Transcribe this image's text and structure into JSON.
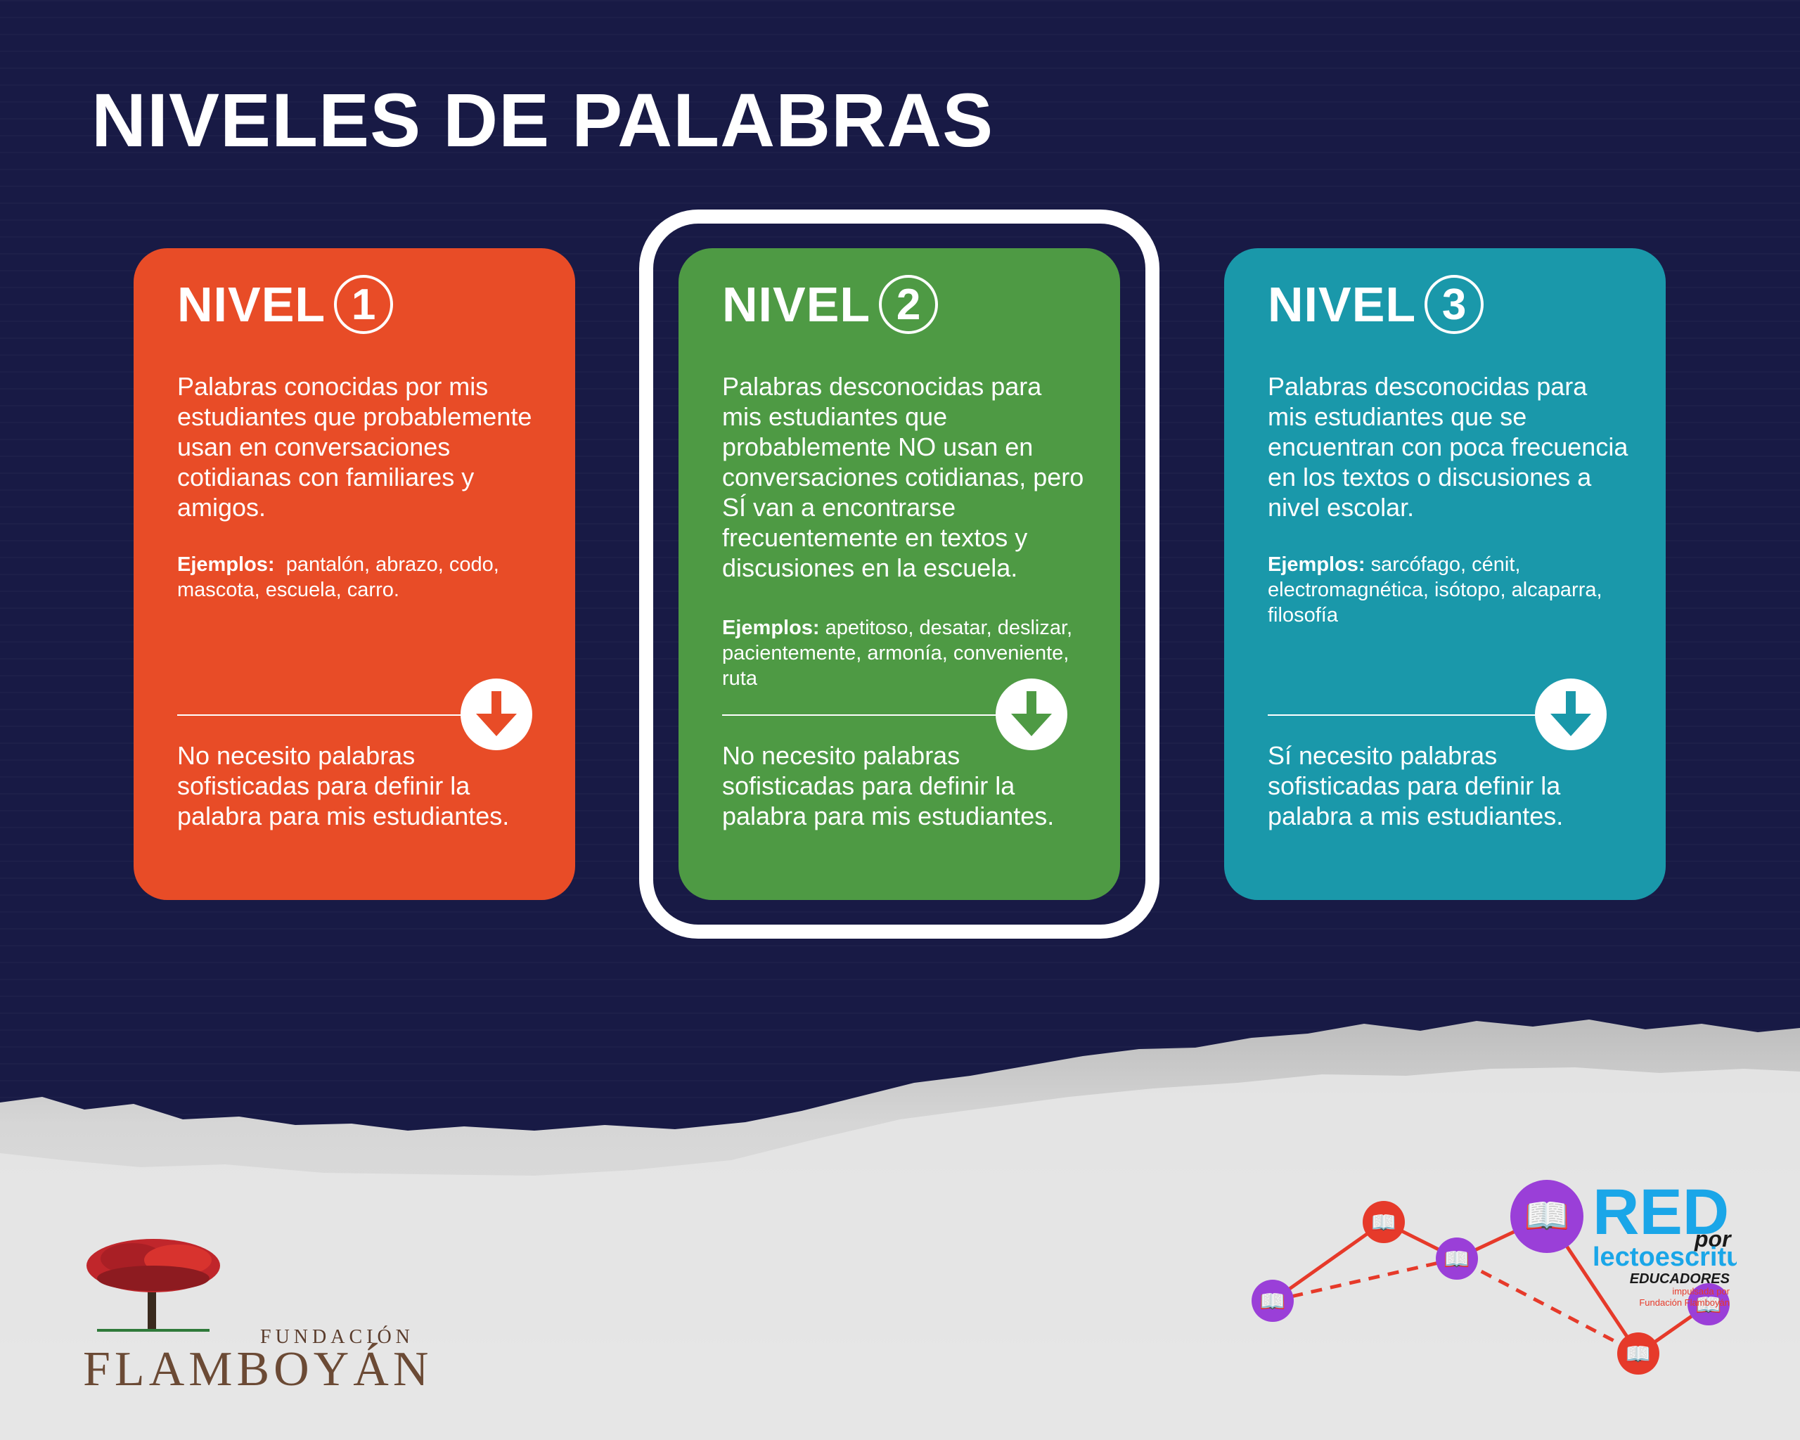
{
  "title": "NIVELES DE PALABRAS",
  "colors": {
    "background": "#181a45",
    "card_1": "#e84c27",
    "card_2": "#4e9a44",
    "card_3": "#1a98aa",
    "paper": "#e6e6e6"
  },
  "cards": [
    {
      "nivel_label": "NIVEL",
      "number": "1",
      "description": "Palabras conocidas por mis estudiantes que probablemente usan en conversaciones cotidianas con familiares y amigos.",
      "examples_label": "Ejemplos:",
      "examples_text": "pantalón, abrazo, codo, mascota, escuela, carro.",
      "icon": "arrow-down-icon",
      "conclusion": "No necesito palabras sofisticadas para definir la palabra para mis estudiantes."
    },
    {
      "nivel_label": "NIVEL",
      "number": "2",
      "description": "Palabras desconocidas para mis estudiantes que probablemente NO usan en conversaciones cotidianas, pero SÍ van a encontrarse frecuentemente en textos y discusiones en la escuela.",
      "examples_label": "Ejemplos:",
      "examples_text": "apetitoso, desatar, deslizar, pacientemente, armonía, conveniente, ruta",
      "icon": "arrow-down-icon",
      "conclusion": "No necesito palabras sofisticadas para definir la palabra para mis estudiantes."
    },
    {
      "nivel_label": "NIVEL",
      "number": "3",
      "description": "Palabras desconocidas para mis estudiantes que se encuentran con poca frecuencia en los textos o discusiones a nivel escolar.",
      "examples_label": "Ejemplos:",
      "examples_text": "sarcófago, cénit, electromagnética, isótopo, alcaparra, filosofía",
      "icon": "arrow-down-icon",
      "conclusion": "Sí necesito palabras sofisticadas para definir la palabra a mis estudiantes."
    }
  ],
  "footer": {
    "fundacion_word": "FUNDACIÓN",
    "fundacion_name": "FLAMBOYÁN",
    "red_logo": {
      "red": "RED",
      "por_la": "por la",
      "lectoescritura": "lectoescritura",
      "educadores": "EDUCADORES",
      "impulsada": "impulsada por",
      "fundacion": "Fundación Flamboyán"
    }
  }
}
